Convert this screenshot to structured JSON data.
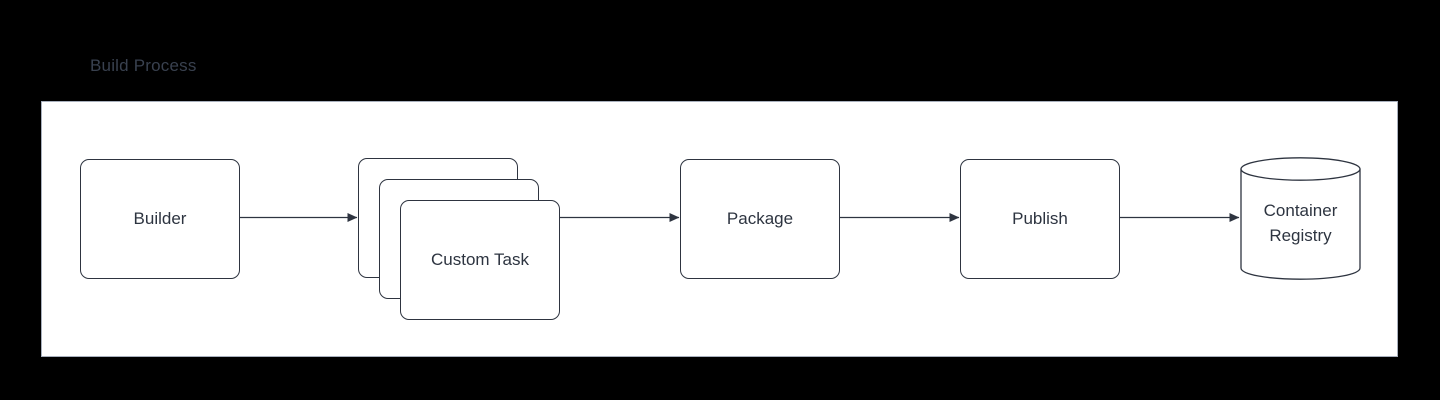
{
  "diagram": {
    "title": "Build Process",
    "title_color": "#39414f",
    "background_color": "#000000",
    "panel_background": "#ffffff",
    "panel_border_color": "#a8b0bd",
    "node_border_color": "#2e3440",
    "node_text_color": "#2d3440",
    "nodes": [
      {
        "id": "builder",
        "label": "Builder",
        "shape": "rounded-rect"
      },
      {
        "id": "custom-task",
        "label": "Custom Task",
        "shape": "stacked-rounded-rect",
        "stack_count": 3
      },
      {
        "id": "package",
        "label": "Package",
        "shape": "rounded-rect"
      },
      {
        "id": "publish",
        "label": "Publish",
        "shape": "rounded-rect"
      },
      {
        "id": "container-registry",
        "label_line1": "Container",
        "label_line2": "Registry",
        "shape": "cylinder"
      }
    ],
    "edges": [
      {
        "from": "builder",
        "to": "custom-task",
        "arrow": "single"
      },
      {
        "from": "custom-task",
        "to": "package",
        "arrow": "single"
      },
      {
        "from": "package",
        "to": "publish",
        "arrow": "single"
      },
      {
        "from": "publish",
        "to": "container-registry",
        "arrow": "single"
      }
    ]
  }
}
